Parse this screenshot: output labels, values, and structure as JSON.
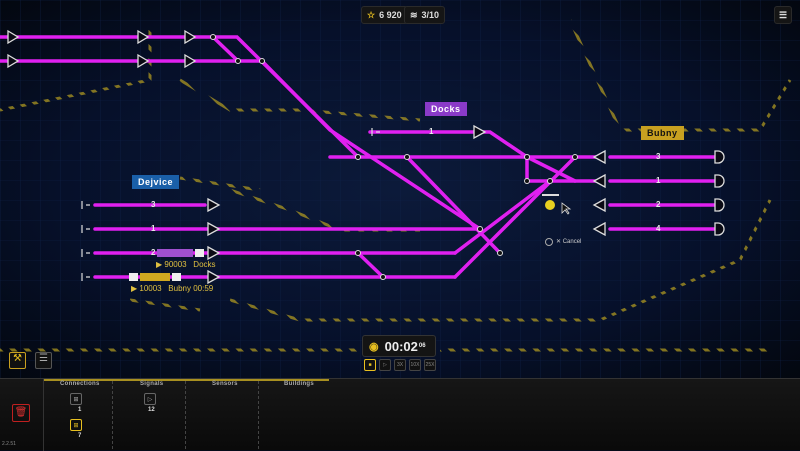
{
  "hud": {
    "score": "6 920",
    "trains": "3/10"
  },
  "stations": {
    "docks": "Docks",
    "bubny": "Bubny",
    "dejvice": "Dejvice"
  },
  "dejvice_tracks": [
    "3",
    "1",
    "2",
    ""
  ],
  "docks_track": "1",
  "bubny_tracks": [
    "3",
    "1",
    "2",
    "4"
  ],
  "trains": [
    {
      "id": "90003",
      "dest": "Docks",
      "time": ""
    },
    {
      "id": "10003",
      "dest": "Bubny",
      "time": "00:59"
    }
  ],
  "cancel_hint": "Cancel",
  "timer": {
    "main": "00:02",
    "sub": "06"
  },
  "speeds": [
    "■",
    "▷",
    "3X",
    "10X",
    "25X"
  ],
  "panel": {
    "tabs": [
      "Connections",
      "Signals",
      "Sensors",
      "Buildings"
    ],
    "connections": [
      {
        "count": "1"
      },
      {
        "count": "7"
      }
    ],
    "signals_count": "12"
  },
  "version": "2.2.51",
  "colors": {
    "track": "#e020f0",
    "accent": "#e8c020",
    "station_blue": "#1a5fa8",
    "station_purple": "#8a3ac8",
    "station_gold": "#c8a020"
  }
}
